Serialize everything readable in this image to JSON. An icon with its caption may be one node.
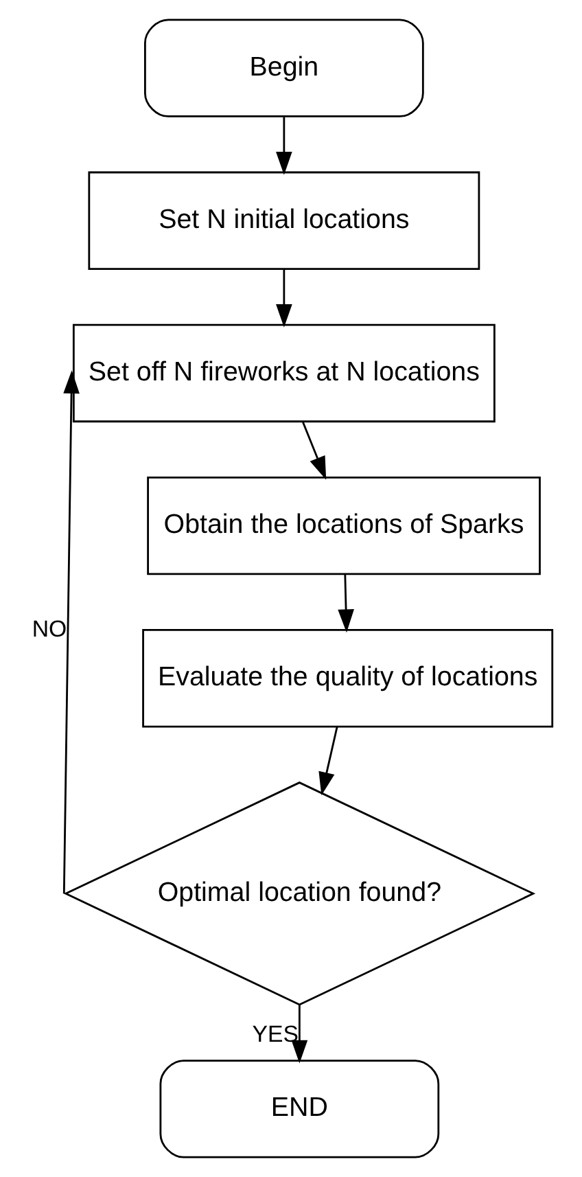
{
  "diagram": {
    "nodes": [
      {
        "text": [
          "Begin"
        ]
      },
      {
        "text": [
          "Set N initial locations"
        ]
      },
      {
        "text": [
          "Set off N fireworks at N locations"
        ]
      },
      {
        "text": [
          "Obtain the locations of Sparks"
        ]
      },
      {
        "text": [
          "Evaluate the quality of locations"
        ]
      },
      {
        "text": [
          "Optimal location found?"
        ]
      },
      {
        "text": [
          "END"
        ]
      }
    ],
    "edges": [
      {
        "from": 0,
        "to": 1,
        "arrow": "to"
      },
      {
        "from": 1,
        "to": 2,
        "arrow": "to"
      },
      {
        "from": 2,
        "to": 3,
        "arrow": "to"
      },
      {
        "from": 3,
        "to": 4,
        "arrow": "to"
      },
      {
        "from": 4,
        "to": 5,
        "arrow": "to"
      },
      {
        "from": 5,
        "to": 2,
        "arrow": "to",
        "label": "NO"
      },
      {
        "from": 5,
        "to": 6,
        "arrow": "to",
        "label": "YES"
      }
    ]
  }
}
